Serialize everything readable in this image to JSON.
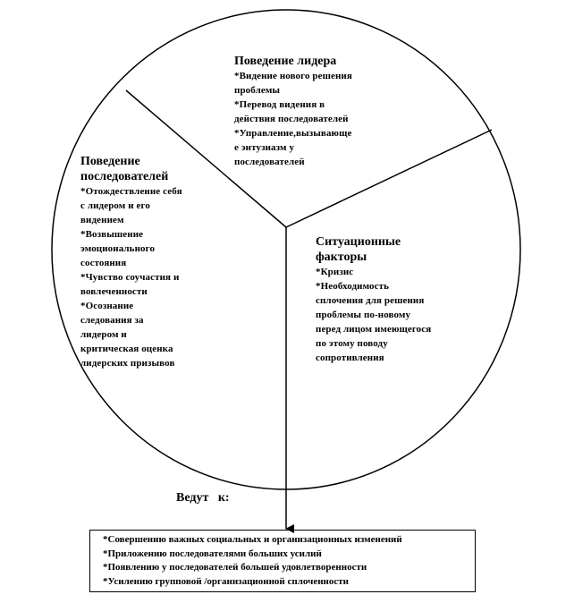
{
  "leader": {
    "title": "Поведение лидера",
    "items": [
      "*Видение нового решения",
      "проблемы",
      "*Перевод видения в",
      "действия последователей",
      "*Управление,вызывающе",
      "е энтузиазм у",
      "последователей"
    ]
  },
  "followers": {
    "title_line1": "Поведение",
    "title_line2": "последователей",
    "items": [
      "*Отождествление себя",
      "с лидером и его",
      "видением",
      "*Возвышение",
      "эмоционального",
      "состояния",
      "*Чувство соучастия и",
      "вовлеченности",
      "*Осознание",
      "следования за",
      "лидером и",
      "критическая оценка",
      "лидерских призывов"
    ]
  },
  "situation": {
    "title_line1": "Ситуационные",
    "title_line2": "факторы",
    "items": [
      "*Кризис",
      "*Необходимость",
      "сплочения для решения",
      "проблемы по-новому",
      "перед лицом имеющегося",
      "по этому поводу",
      "сопротивления"
    ]
  },
  "leads_to": "Ведут   к:",
  "results": [
    "*Совершению важных социальных и организационных изменений",
    "*Приложению последователями больших усилий",
    "*Появлению у последователей большей удовлетворенности",
    "*Усилению групповой /организационной сплоченности"
  ]
}
